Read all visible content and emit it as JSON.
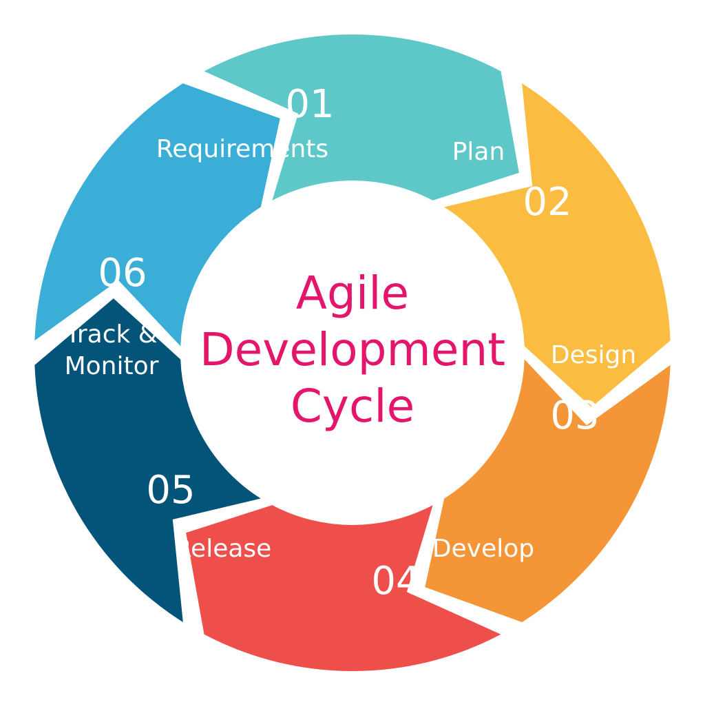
{
  "diagram": {
    "title_lines": [
      "Agile",
      "Development",
      "Cycle"
    ],
    "title_color": "#e3166b",
    "text_color": "#ffffff",
    "stages": [
      {
        "number": "01",
        "label": "Requirements",
        "color": "#5ec8c9"
      },
      {
        "number": "02",
        "label": "Plan",
        "color": "#fbbd41"
      },
      {
        "number": "03",
        "label": "Design",
        "color": "#f49637"
      },
      {
        "number": "04",
        "label": "Develop",
        "color": "#ee4f4a"
      },
      {
        "number": "05",
        "label": "Release",
        "color": "#045379"
      },
      {
        "number": "06",
        "label": "Track &\nMonitor",
        "color": "#3aaed6"
      }
    ]
  }
}
